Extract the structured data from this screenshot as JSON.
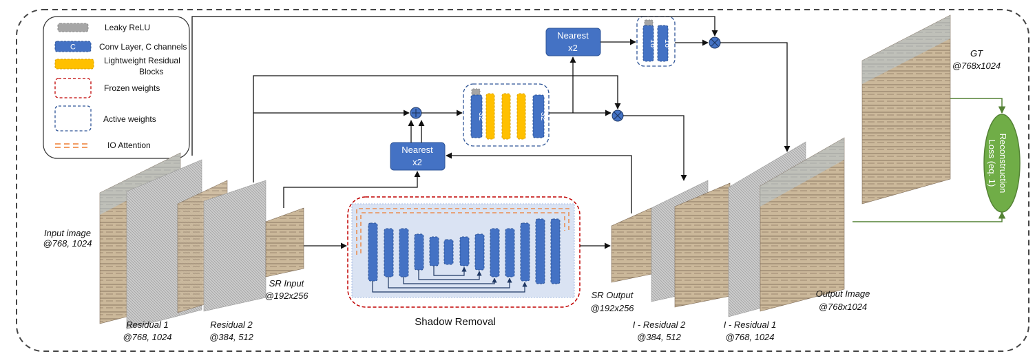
{
  "legend": {
    "items": [
      {
        "key": "leaky_relu",
        "label": "Leaky ReLU",
        "swatch_color": "#a6a6a6"
      },
      {
        "key": "conv",
        "label": "Conv Layer, C channels",
        "swatch_text": "C",
        "swatch_color": "#4472c4"
      },
      {
        "key": "lrb",
        "label_line1": "Lightweight Residual",
        "label_line2": "Blocks",
        "swatch_color": "#ffc000"
      },
      {
        "key": "frozen",
        "label": "Frozen weights",
        "swatch_color": "#c00000"
      },
      {
        "key": "active",
        "label": "Active weights",
        "swatch_color": "#2f5597"
      },
      {
        "key": "io_attention",
        "label": "IO Attention",
        "swatch_color": "#ed7d31"
      }
    ]
  },
  "inputs": {
    "input_image": {
      "line1": "Input image",
      "line2": "@768, 1024"
    },
    "residual1": {
      "line1": "Residual 1",
      "line2": "@768, 1024"
    },
    "residual2": {
      "line1": "Residual 2",
      "line2": "@384, 512"
    },
    "sr_input": {
      "line1": "SR Input",
      "line2": "@192x256"
    }
  },
  "outputs": {
    "sr_output": {
      "line1": "SR Output",
      "line2": "@192x256"
    },
    "i_residual2": {
      "line1": "I - Residual 2",
      "line2": "@384, 512"
    },
    "i_residual1": {
      "line1": "I - Residual 1",
      "line2": "@768, 1024"
    },
    "output_image": {
      "line1": "Output Image",
      "line2": "@768x1024"
    },
    "gt": {
      "line1": "GT",
      "line2": "@768x1024"
    }
  },
  "blocks": {
    "nearest_label": "Nearest",
    "nearest_factor": "x2",
    "mid_conv_channels": "32",
    "top_conv_channels": "16",
    "shadow_removal": "Shadow Removal",
    "loss_line1": "Reconstruction",
    "loss_line2": "Loss (eq. 1)"
  },
  "colors": {
    "conv": "#4472c4",
    "conv_border": "#2f5597",
    "relu": "#a6a6a6",
    "lrb": "#ffc000",
    "frozen": "#c00000",
    "active": "#2f5597",
    "io": "#ed7d31",
    "loss": "#70ad47",
    "loss_arrow": "#548235"
  }
}
